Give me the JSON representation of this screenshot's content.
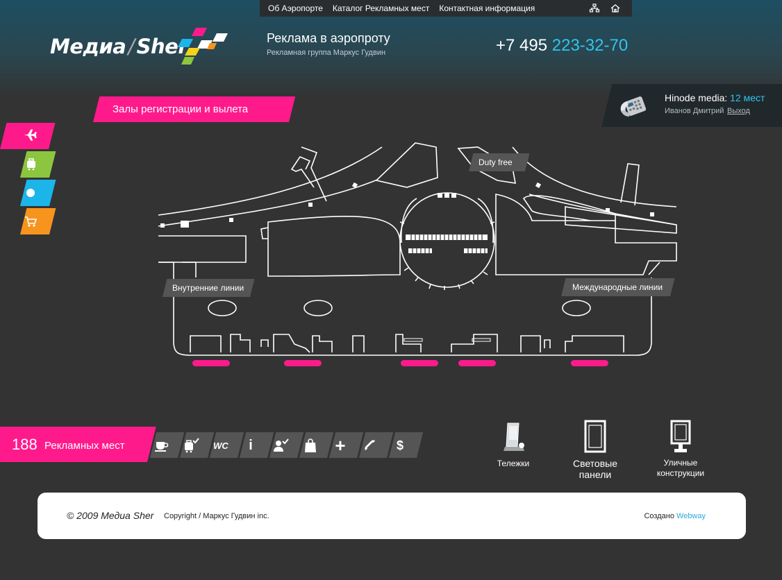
{
  "nav": {
    "items": [
      "Об Аэропорте",
      "Каталог Рекламных мест",
      "Контактная информация"
    ]
  },
  "logo": {
    "text_left": "Медиа",
    "text_right": "Sher"
  },
  "tagline": {
    "title": "Реклама в аэропроту",
    "subtitle": "Рекламная группа Маркус Гудвин"
  },
  "phone": {
    "code": "+7 495",
    "number": "223-32-70"
  },
  "section": {
    "title": "Залы регистрации и вылета"
  },
  "user": {
    "company": "Hinode media:",
    "places": "12 мест",
    "name": "Иванов Дмитрий",
    "logout": "Выход"
  },
  "map": {
    "labels": {
      "duty_free": "Duty free",
      "domestic": "Внутренние линии",
      "international": "Международные линии"
    }
  },
  "counter": {
    "number": "188",
    "label": "Рекламных мест"
  },
  "filters": [
    "coffee-icon",
    "luggage-check-icon",
    "wc-icon",
    "info-icon",
    "user-check-icon",
    "shopping-bag-icon",
    "plus-icon",
    "phone-handset-icon",
    "dollar-icon"
  ],
  "filter_wc_text": "WC",
  "filter_info_text": "i",
  "filter_plus_text": "+",
  "filter_dollar_text": "$",
  "ad_types": {
    "trolleys": "Тележки",
    "light_panels_1": "Световые",
    "light_panels_2": "панели",
    "street_1": "Уличные",
    "street_2": "конструкции"
  },
  "footer": {
    "copyright": "© 2009 Медиа Sher",
    "rights": "Copyright / Маркус Гудвин inc.",
    "made_by": "Создано",
    "made_link": "Webway"
  },
  "colors": {
    "accent_pink": "#ff1a8c",
    "accent_cyan": "#2fc5ec",
    "green": "#8cc63f",
    "blue": "#1cb5ea",
    "orange": "#f7941d",
    "background": "#333333"
  }
}
